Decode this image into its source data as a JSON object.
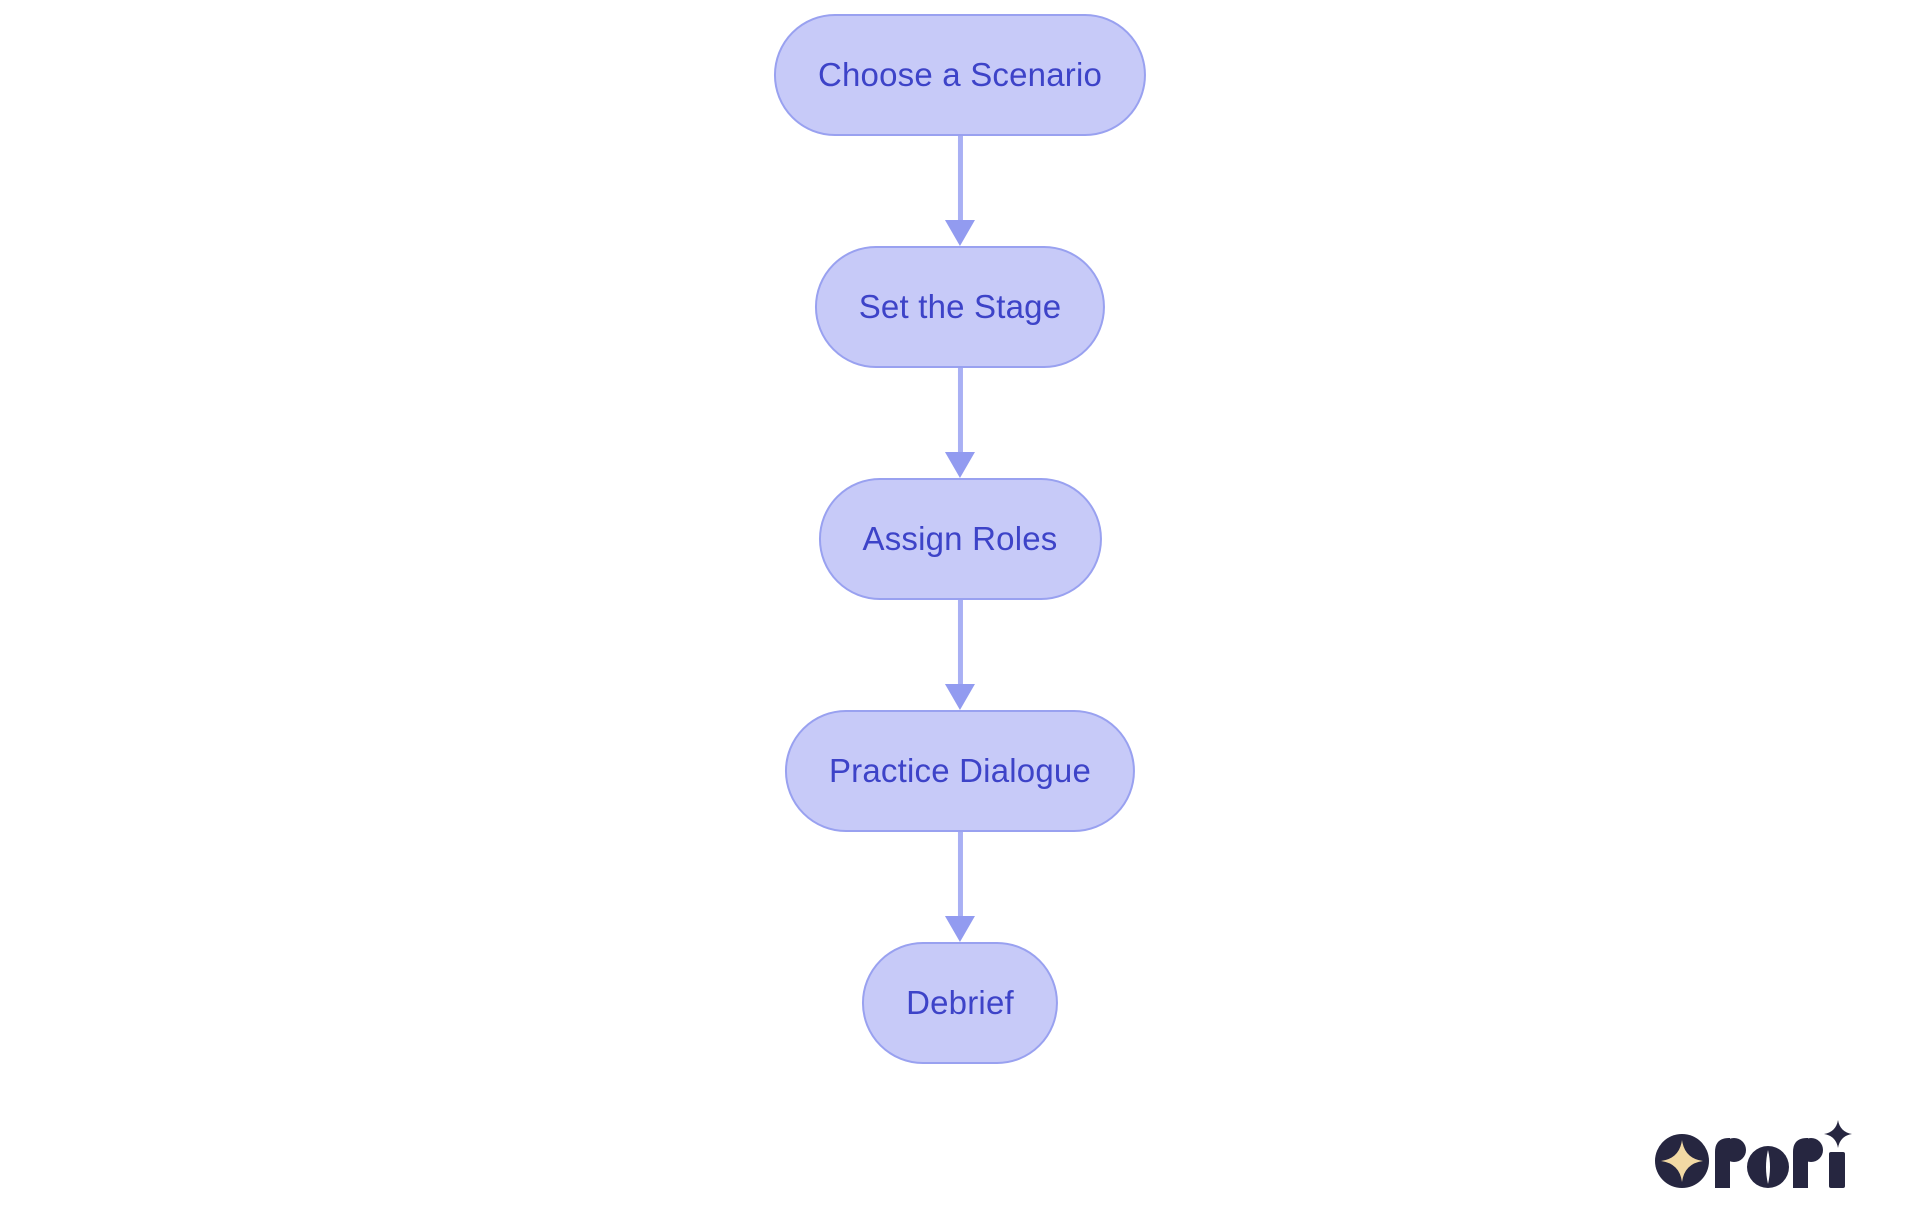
{
  "colors": {
    "background": "#ffffff",
    "node_fill": "#c7caf8",
    "node_border": "#99a1f0",
    "node_text": "#3d43c8",
    "edge_line": "#a9b0f4",
    "edge_head": "#929bf0",
    "logo_dark": "#262640",
    "logo_star": "#f2d9a4"
  },
  "flowchart": {
    "type": "flowchart",
    "direction": "top-down",
    "nodes": [
      {
        "label": "Choose a Scenario"
      },
      {
        "label": "Set the Stage"
      },
      {
        "label": "Assign Roles"
      },
      {
        "label": "Practice Dialogue"
      },
      {
        "label": "Debrief"
      }
    ],
    "edges": [
      {
        "from": "Choose a Scenario",
        "to": "Set the Stage"
      },
      {
        "from": "Set the Stage",
        "to": "Assign Roles"
      },
      {
        "from": "Assign Roles",
        "to": "Practice Dialogue"
      },
      {
        "from": "Practice Dialogue",
        "to": "Debrief"
      }
    ]
  },
  "logo": {
    "text": "rori",
    "mark": "sparkle-in-circle"
  }
}
